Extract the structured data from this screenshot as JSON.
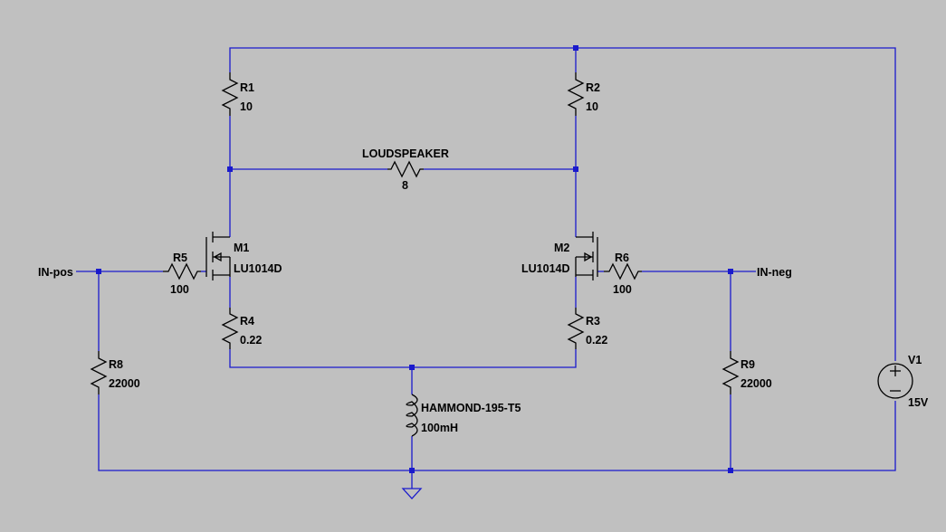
{
  "colors": {
    "background": "#c0c0c0",
    "wire": "#1a1acc",
    "component": "#000000"
  },
  "components": {
    "r1": {
      "name": "R1",
      "value": "10"
    },
    "r2": {
      "name": "R2",
      "value": "10"
    },
    "r3": {
      "name": "R3",
      "value": "0.22"
    },
    "r4": {
      "name": "R4",
      "value": "0.22"
    },
    "r5": {
      "name": "R5",
      "value": "100"
    },
    "r6": {
      "name": "R6",
      "value": "100"
    },
    "r8": {
      "name": "R8",
      "value": "22000"
    },
    "r9": {
      "name": "R9",
      "value": "22000"
    },
    "speaker": {
      "name": "LOUDSPEAKER",
      "value": "8"
    },
    "m1": {
      "name": "M1",
      "model": "LU1014D"
    },
    "m2": {
      "name": "M2",
      "model": "LU1014D"
    },
    "l1": {
      "name": "HAMMOND-195-T5",
      "value": "100mH"
    },
    "v1": {
      "name": "V1",
      "value": "15V"
    }
  },
  "nets": {
    "in_pos": "IN-pos",
    "in_neg": "IN-neg"
  }
}
